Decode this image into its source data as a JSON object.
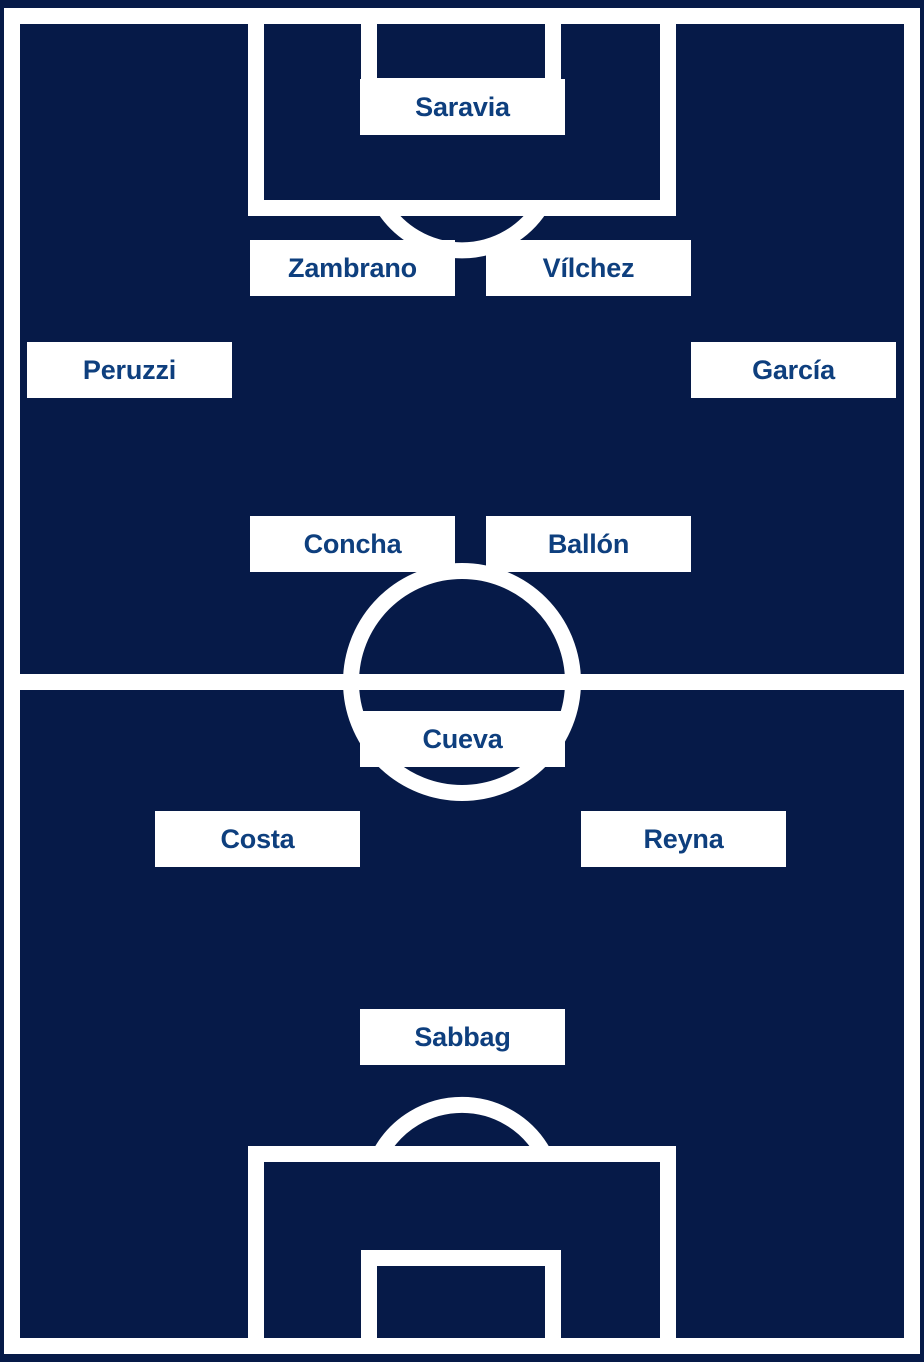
{
  "colors": {
    "pitch": "#061a48",
    "lines": "#ffffff",
    "label_text": "#0e3f7e",
    "label_bg": "#ffffff"
  },
  "players": {
    "saravia": "Saravia",
    "zambrano": "Zambrano",
    "vilchez": "Vílchez",
    "peruzzi": "Peruzzi",
    "garcia": "García",
    "concha": "Concha",
    "ballon": "Ballón",
    "cueva": "Cueva",
    "costa": "Costa",
    "reyna": "Reyna",
    "sabbag": "Sabbag"
  }
}
